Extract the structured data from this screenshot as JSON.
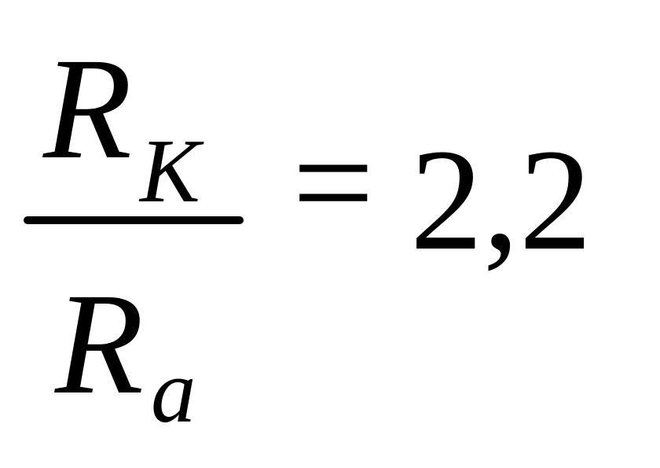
{
  "formula": {
    "numerator": {
      "symbol": "R",
      "subscript": "K"
    },
    "denominator": {
      "symbol": "R",
      "subscript": "a"
    },
    "operator": "=",
    "value": "2,2"
  }
}
